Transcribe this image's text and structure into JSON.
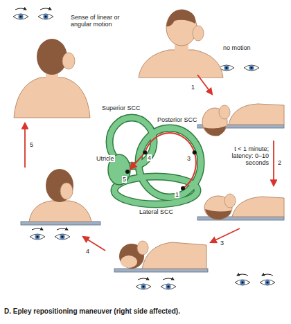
{
  "diagram": {
    "caption": "D. Epley repositioning maneuver (right side affected).",
    "labels": [
      "Sense of linear or angular motion",
      "no motion",
      "1",
      "t < 1 minute; latency: 0–10 seconds",
      "2",
      "3",
      "4",
      "5",
      "Superior SCC",
      "Posterior SCC",
      "Utricle",
      "Lateral SCC",
      "4",
      "3",
      "5",
      "1"
    ]
  }
}
